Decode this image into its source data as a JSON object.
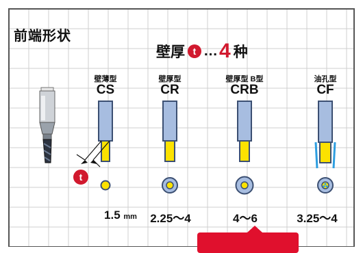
{
  "title": "前端形状",
  "headline": {
    "prefix": "壁厚",
    "badge": "t",
    "ellipsis": "…",
    "count": "4",
    "suffix": "种"
  },
  "thickness_badge": "t",
  "types": [
    {
      "sub": "壁薄型",
      "code": "CS",
      "dimension": "1.5",
      "unit": "mm"
    },
    {
      "sub": "壁厚型",
      "code": "CR",
      "dimension": "2.25～4",
      "unit": ""
    },
    {
      "sub": "壁厚型 B型",
      "code": "CRB",
      "dimension": "4～6",
      "unit": ""
    },
    {
      "sub": "油孔型",
      "code": "CF",
      "dimension": "3.25～4",
      "unit": ""
    }
  ],
  "colors": {
    "accent_red": "#d1192e",
    "tool_blue": "#a7bde0",
    "tool_outline": "#3b4f72",
    "tip_yellow": "#fce200",
    "coolant_blue": "#2e9ee0",
    "grid_line": "#cfcfcf"
  }
}
